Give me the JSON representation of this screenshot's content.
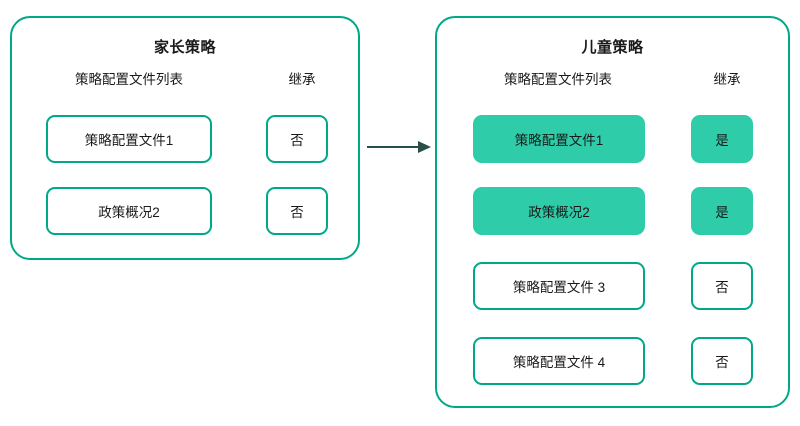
{
  "diagram": {
    "title_semantic": "policy-inheritance-diagram",
    "colors": {
      "panel_border": "#00A887",
      "cell_border": "#00A887",
      "inherited_fill": "#2ECCA8",
      "arrow": "#2A4F4A",
      "text": "#1A1A1A",
      "background": "#FFFFFF"
    }
  },
  "parent_panel": {
    "title": "家长策略",
    "headers": {
      "profiles": "策略配置文件列表",
      "inherit": "继承"
    },
    "rows": [
      {
        "profile": "策略配置文件1",
        "inherit": "否",
        "inherited": false
      },
      {
        "profile": "政策概况2",
        "inherit": "否",
        "inherited": false
      }
    ]
  },
  "child_panel": {
    "title": "儿童策略",
    "headers": {
      "profiles": "策略配置文件列表",
      "inherit": "继承"
    },
    "rows": [
      {
        "profile": "策略配置文件1",
        "inherit": "是",
        "inherited": true
      },
      {
        "profile": "政策概况2",
        "inherit": "是",
        "inherited": true
      },
      {
        "profile": "策略配置文件 3",
        "inherit": "否",
        "inherited": false
      },
      {
        "profile": "策略配置文件 4",
        "inherit": "否",
        "inherited": false
      }
    ]
  },
  "connector": {
    "name": "inheritance-arrow",
    "direction": "left-to-right",
    "label": ""
  }
}
